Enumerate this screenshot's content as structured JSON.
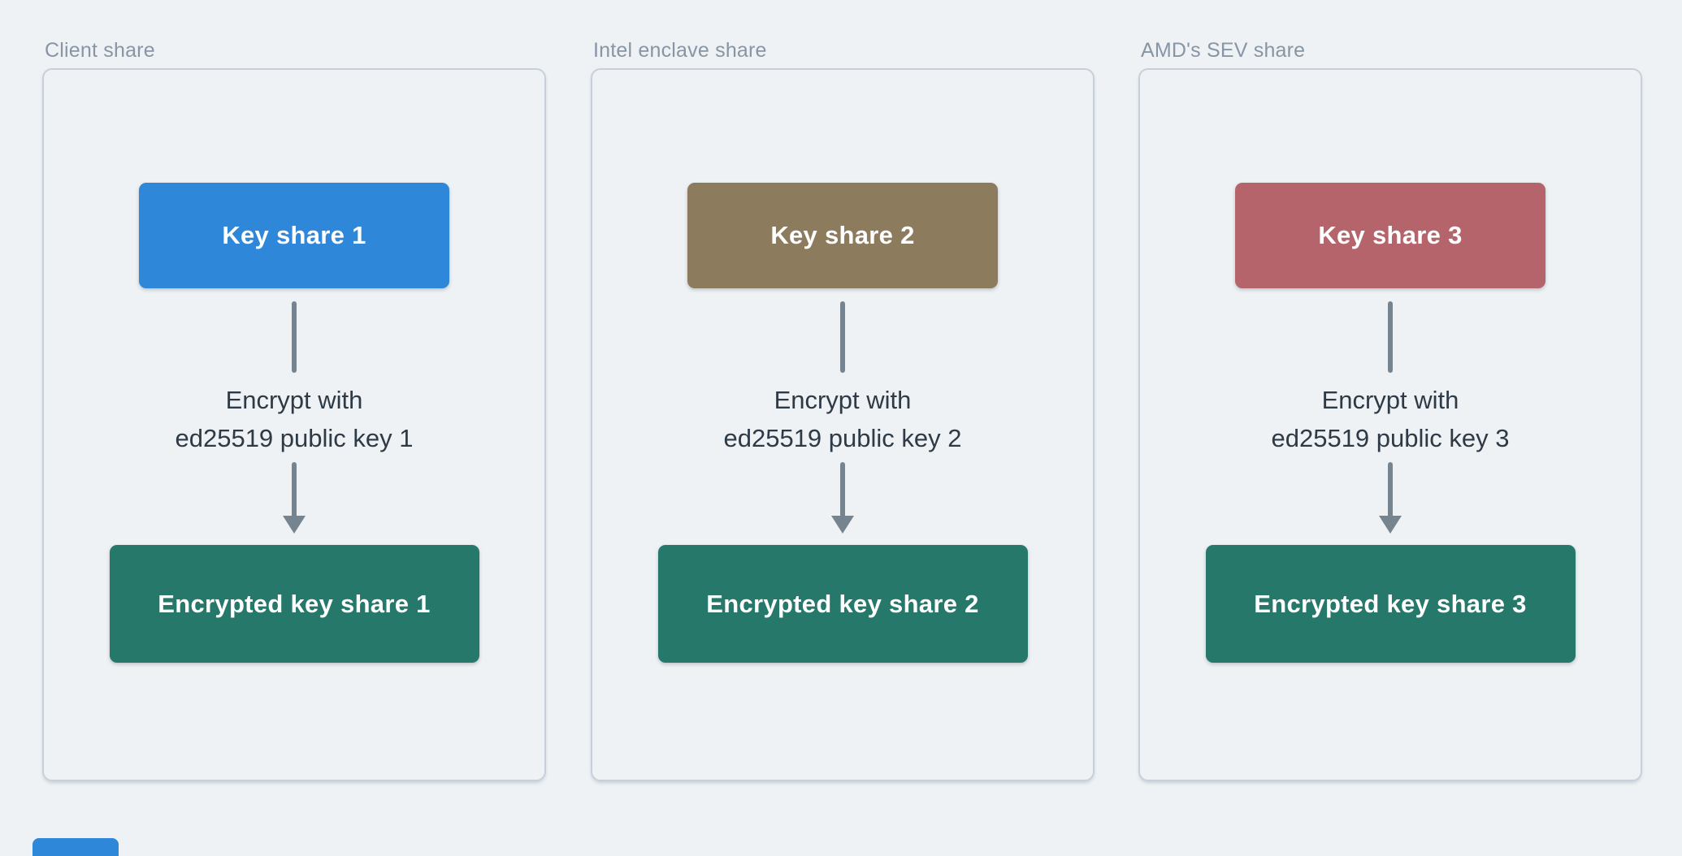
{
  "colors": {
    "background": "#eef2f5",
    "panel_border": "#c7d0da",
    "panel_label_text": "#8795a4",
    "caption_text": "#2e3a46",
    "connector_gray": "#76848f",
    "key_share_blue": "#2e87d9",
    "key_share_brown": "#8d7b5e",
    "key_share_red": "#b5646c",
    "encrypted_green": "#26796a",
    "box_text": "#ffffff"
  },
  "panels": [
    {
      "label": "Client share",
      "key_share": {
        "label": "Key share 1",
        "color": "#2e87d9"
      },
      "encrypt": {
        "line1": "Encrypt with",
        "line2": "ed25519 public key 1"
      },
      "encrypted_share": {
        "label": "Encrypted key share 1",
        "color": "#26796a"
      }
    },
    {
      "label": "Intel enclave share",
      "key_share": {
        "label": "Key share 2",
        "color": "#8d7b5e"
      },
      "encrypt": {
        "line1": "Encrypt with",
        "line2": "ed25519 public key 2"
      },
      "encrypted_share": {
        "label": "Encrypted key share 2",
        "color": "#26796a"
      }
    },
    {
      "label": "AMD's SEV share",
      "key_share": {
        "label": "Key share 3",
        "color": "#b5646c"
      },
      "encrypt": {
        "line1": "Encrypt with",
        "line2": "ed25519 public key 3"
      },
      "encrypted_share": {
        "label": "Encrypted key share 3",
        "color": "#26796a"
      }
    }
  ],
  "partial_next_box": {
    "color": "#2e87d9"
  }
}
